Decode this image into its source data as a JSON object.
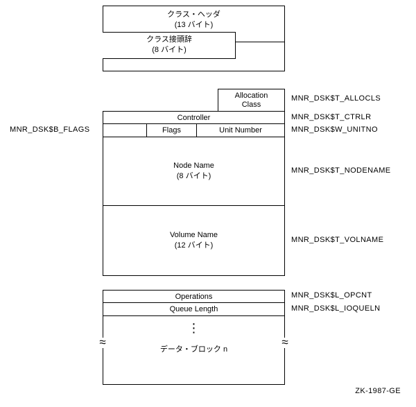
{
  "top_block": {
    "class_header_line1": "クラス・ヘッダ",
    "class_header_line2": "(13 バイト)",
    "class_prefix_line1": "クラス接頭辞",
    "class_prefix_line2": "(8 バイト)"
  },
  "record": {
    "allocation_line1": "Allocation",
    "allocation_line2": "Class",
    "allocation_ref": "MNR_DSK$T_ALLOCLS",
    "controller_label": "Controller",
    "controller_ref": "MNR_DSK$T_CTRLR",
    "flags_label": "Flags",
    "flags_ref": "MNR_DSK$B_FLAGS",
    "unit_number_label": "Unit Number",
    "unit_number_ref": "MNR_DSK$W_UNITNO",
    "node_name_line1": "Node Name",
    "node_name_line2": "(8 バイト)",
    "node_name_ref": "MNR_DSK$T_NODENAME",
    "volume_name_line1": "Volume Name",
    "volume_name_line2": "(12 バイト)",
    "volume_name_ref": "MNR_DSK$T_VOLNAME"
  },
  "bottom": {
    "operations_label": "Operations",
    "operations_ref": "MNR_DSK$L_OPCNT",
    "queue_length_label": "Queue Length",
    "queue_length_ref": "MNR_DSK$L_IOQUELN",
    "ellipsis": "⋮",
    "data_block_label": "データ・ブロック n",
    "break_mark": "≈"
  },
  "figure_id": "ZK-1987-GE",
  "colors": {
    "line": "#000000",
    "background": "#ffffff",
    "text": "#000000"
  }
}
